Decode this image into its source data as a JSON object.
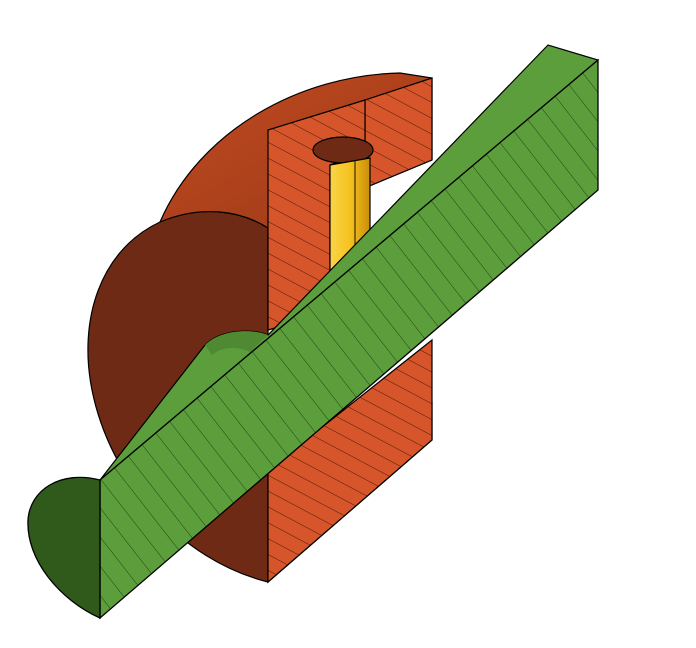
{
  "view": {
    "kind": "cad-section-view",
    "background": "#ffffff"
  },
  "colors": {
    "hub_face": "#d6552a",
    "hub_dark": "#6e2a14",
    "hub_mid": "#a8401c",
    "hub_hatch": "#3a1408",
    "shaft_face": "#5c9e3c",
    "shaft_dark": "#2f5a1c",
    "shaft_hatch": "#1a3a10",
    "pin_light": "#f6c21e",
    "pin_dark": "#c98e08",
    "outline": "#000000"
  },
  "parts": [
    {
      "id": "hub",
      "icon": "hub-section-icon"
    },
    {
      "id": "shaft",
      "icon": "shaft-section-icon"
    },
    {
      "id": "pin",
      "icon": "pin-section-icon"
    }
  ]
}
